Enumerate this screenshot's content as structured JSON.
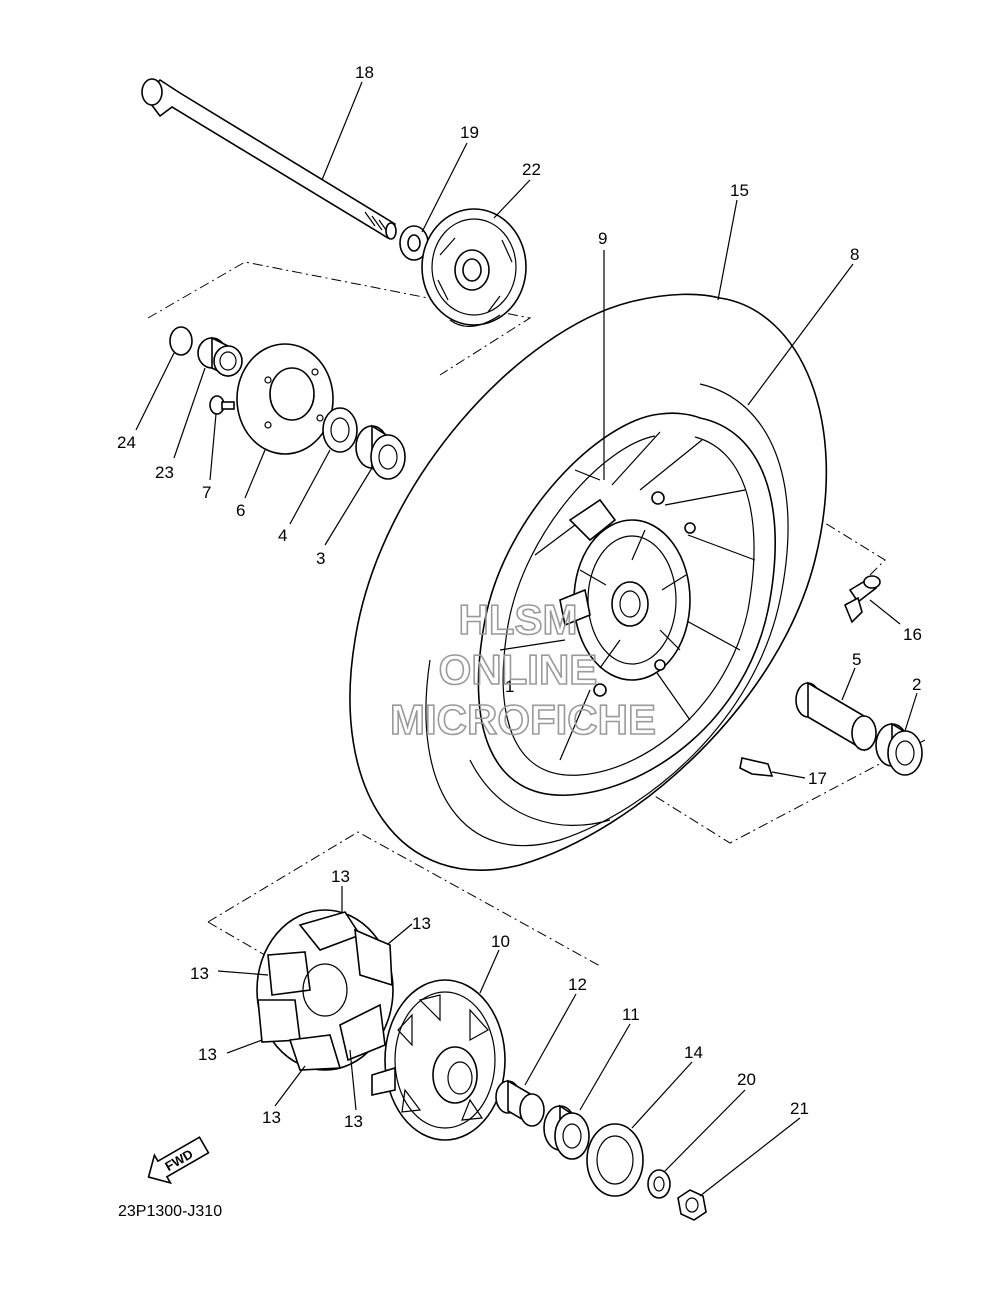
{
  "diagram": {
    "code": "23P1300-J310",
    "fwd": "FWD",
    "watermark": [
      "HLSM",
      "ONLINE",
      "MICROFICHE"
    ],
    "labels": [
      {
        "id": "18",
        "text": "18"
      },
      {
        "id": "19",
        "text": "19"
      },
      {
        "id": "22",
        "text": "22"
      },
      {
        "id": "15",
        "text": "15"
      },
      {
        "id": "9",
        "text": "9"
      },
      {
        "id": "8",
        "text": "8"
      },
      {
        "id": "24",
        "text": "24"
      },
      {
        "id": "23",
        "text": "23"
      },
      {
        "id": "7",
        "text": "7"
      },
      {
        "id": "6",
        "text": "6"
      },
      {
        "id": "4",
        "text": "4"
      },
      {
        "id": "3",
        "text": "3"
      },
      {
        "id": "16",
        "text": "16"
      },
      {
        "id": "5",
        "text": "5"
      },
      {
        "id": "2",
        "text": "2"
      },
      {
        "id": "1",
        "text": "1"
      },
      {
        "id": "17",
        "text": "17"
      },
      {
        "id": "13a",
        "text": "13"
      },
      {
        "id": "13b",
        "text": "13"
      },
      {
        "id": "13c",
        "text": "13"
      },
      {
        "id": "13d",
        "text": "13"
      },
      {
        "id": "13e",
        "text": "13"
      },
      {
        "id": "13f",
        "text": "13"
      },
      {
        "id": "10",
        "text": "10"
      },
      {
        "id": "12",
        "text": "12"
      },
      {
        "id": "11",
        "text": "11"
      },
      {
        "id": "14",
        "text": "14"
      },
      {
        "id": "20",
        "text": "20"
      },
      {
        "id": "21",
        "text": "21"
      }
    ]
  }
}
